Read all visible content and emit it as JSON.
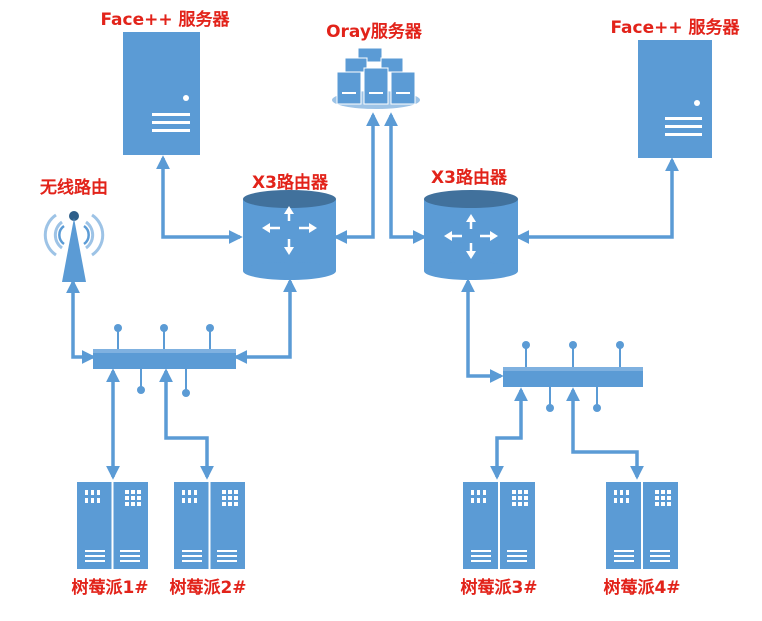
{
  "labels": {
    "face_server_left": "Face++ 服务器",
    "oray_server": "Oray服务器",
    "face_server_right": "Face++ 服务器",
    "wireless_router": "无线路由",
    "router_left": "X3路由器",
    "router_right": "X3路由器",
    "pi1": "树莓派1#",
    "pi2": "树莓派2#",
    "pi3": "树莓派3#",
    "pi4": "树莓派4#"
  },
  "colors": {
    "device": "#5b9bd5",
    "device_dark": "#41719c",
    "arrow": "#5b9bd5",
    "label": "#e2231a"
  },
  "icons": {
    "server": "tower-server-icon",
    "server_cluster": "server-cluster-icon",
    "router": "router-icon",
    "wireless": "wireless-antenna-icon",
    "switch": "network-switch-icon",
    "raspberry_pi": "rack-cabinet-icon"
  }
}
